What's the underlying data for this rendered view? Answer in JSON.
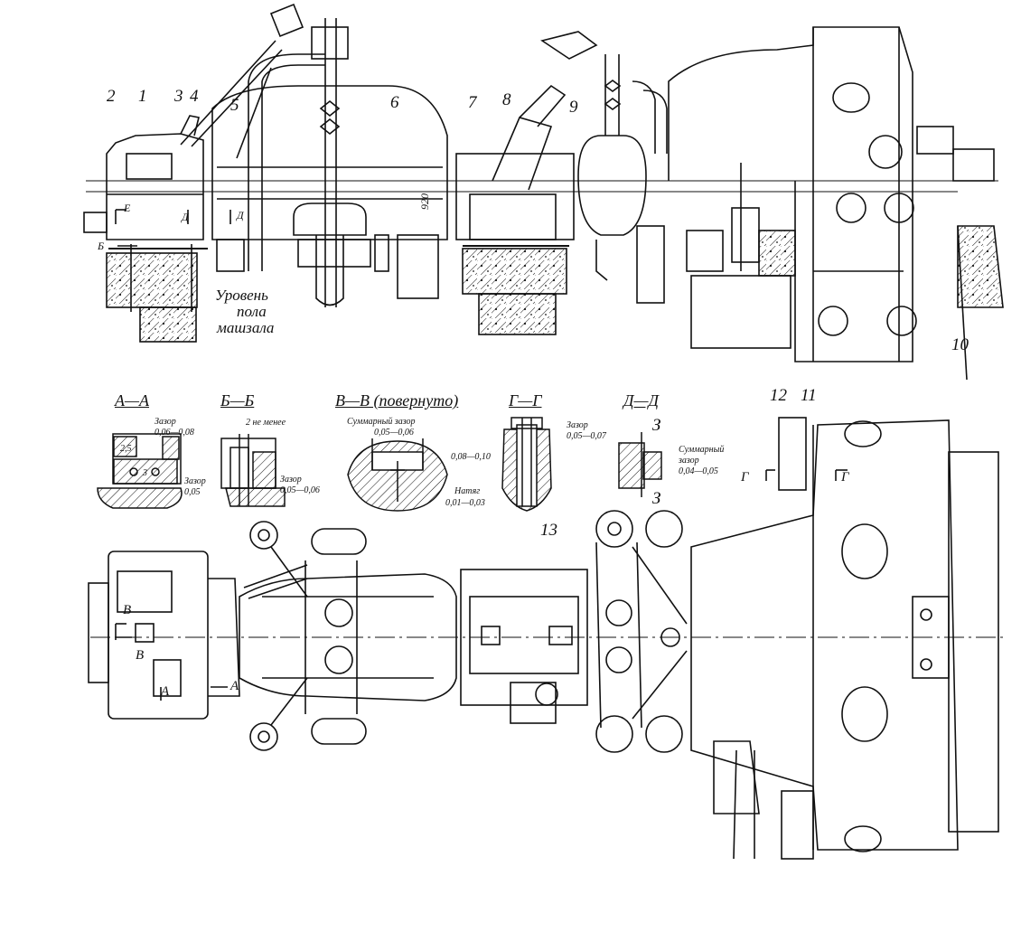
{
  "callouts": [
    "1",
    "2",
    "3",
    "4",
    "5",
    "6",
    "7",
    "8",
    "9",
    "10",
    "11",
    "12",
    "13"
  ],
  "floor_level": [
    "Уровень",
    "пола",
    "машзала"
  ],
  "dimension_920": "920",
  "sections": {
    "aa": {
      "title": "А—А",
      "gap1": "Зазор",
      "gap1_val": "0,06—0,08",
      "dim25": "2,5",
      "dim3": "3",
      "gap2": "Зазор",
      "gap2_val": "0,05"
    },
    "bb": {
      "title": "Б—Б",
      "min": "2 не менее",
      "gap": "Зазор",
      "gap_val": "0,05—0,06"
    },
    "vv": {
      "title": "В—В (повернуто)",
      "sum": "Суммарный зазор",
      "sum_val": "0,05—0,06",
      "side": "0,08—0,10",
      "fit": "Натяг",
      "fit_val": "0,01—0,03"
    },
    "gg": {
      "title": "Г—Г",
      "gap": "Зазор",
      "gap_val": "0,05—0,07"
    },
    "dd": {
      "title": "Д—Д",
      "z": "З",
      "sum": "Суммарный",
      "gap": "зазор",
      "gap_val": "0,04—0,05"
    }
  },
  "cut_marks": {
    "e": "Е",
    "b": "Б",
    "d": "Д",
    "v": "В",
    "a": "А",
    "g": "Г",
    "z": "З"
  }
}
